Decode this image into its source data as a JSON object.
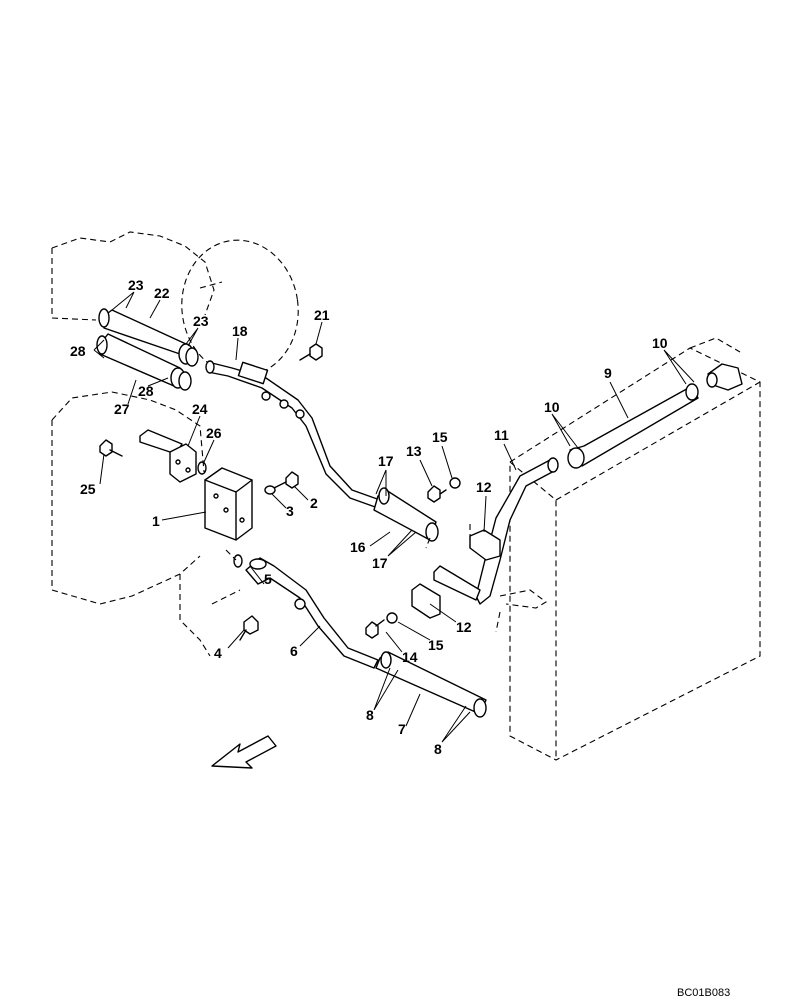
{
  "drawing_id": "BC01B083",
  "callouts": [
    {
      "id": "c23a",
      "label": "23"
    },
    {
      "id": "c22",
      "label": "22"
    },
    {
      "id": "c23b",
      "label": "23"
    },
    {
      "id": "c28a",
      "label": "28"
    },
    {
      "id": "c28b",
      "label": "28"
    },
    {
      "id": "c27",
      "label": "27"
    },
    {
      "id": "c18",
      "label": "18"
    },
    {
      "id": "c21",
      "label": "21"
    },
    {
      "id": "c24",
      "label": "24"
    },
    {
      "id": "c26",
      "label": "26"
    },
    {
      "id": "c25",
      "label": "25"
    },
    {
      "id": "c1",
      "label": "1"
    },
    {
      "id": "c2",
      "label": "2"
    },
    {
      "id": "c3",
      "label": "3"
    },
    {
      "id": "c5",
      "label": "5"
    },
    {
      "id": "c4",
      "label": "4"
    },
    {
      "id": "c6",
      "label": "6"
    },
    {
      "id": "c17a",
      "label": "17"
    },
    {
      "id": "c16",
      "label": "16"
    },
    {
      "id": "c17b",
      "label": "17"
    },
    {
      "id": "c13",
      "label": "13"
    },
    {
      "id": "c15a",
      "label": "15"
    },
    {
      "id": "c11",
      "label": "11"
    },
    {
      "id": "c12a",
      "label": "12"
    },
    {
      "id": "c12b",
      "label": "12"
    },
    {
      "id": "c15b",
      "label": "15"
    },
    {
      "id": "c14",
      "label": "14"
    },
    {
      "id": "c8a",
      "label": "8"
    },
    {
      "id": "c7",
      "label": "7"
    },
    {
      "id": "c8b",
      "label": "8"
    },
    {
      "id": "c9",
      "label": "9"
    },
    {
      "id": "c10a",
      "label": "10"
    },
    {
      "id": "c10b",
      "label": "10"
    }
  ]
}
